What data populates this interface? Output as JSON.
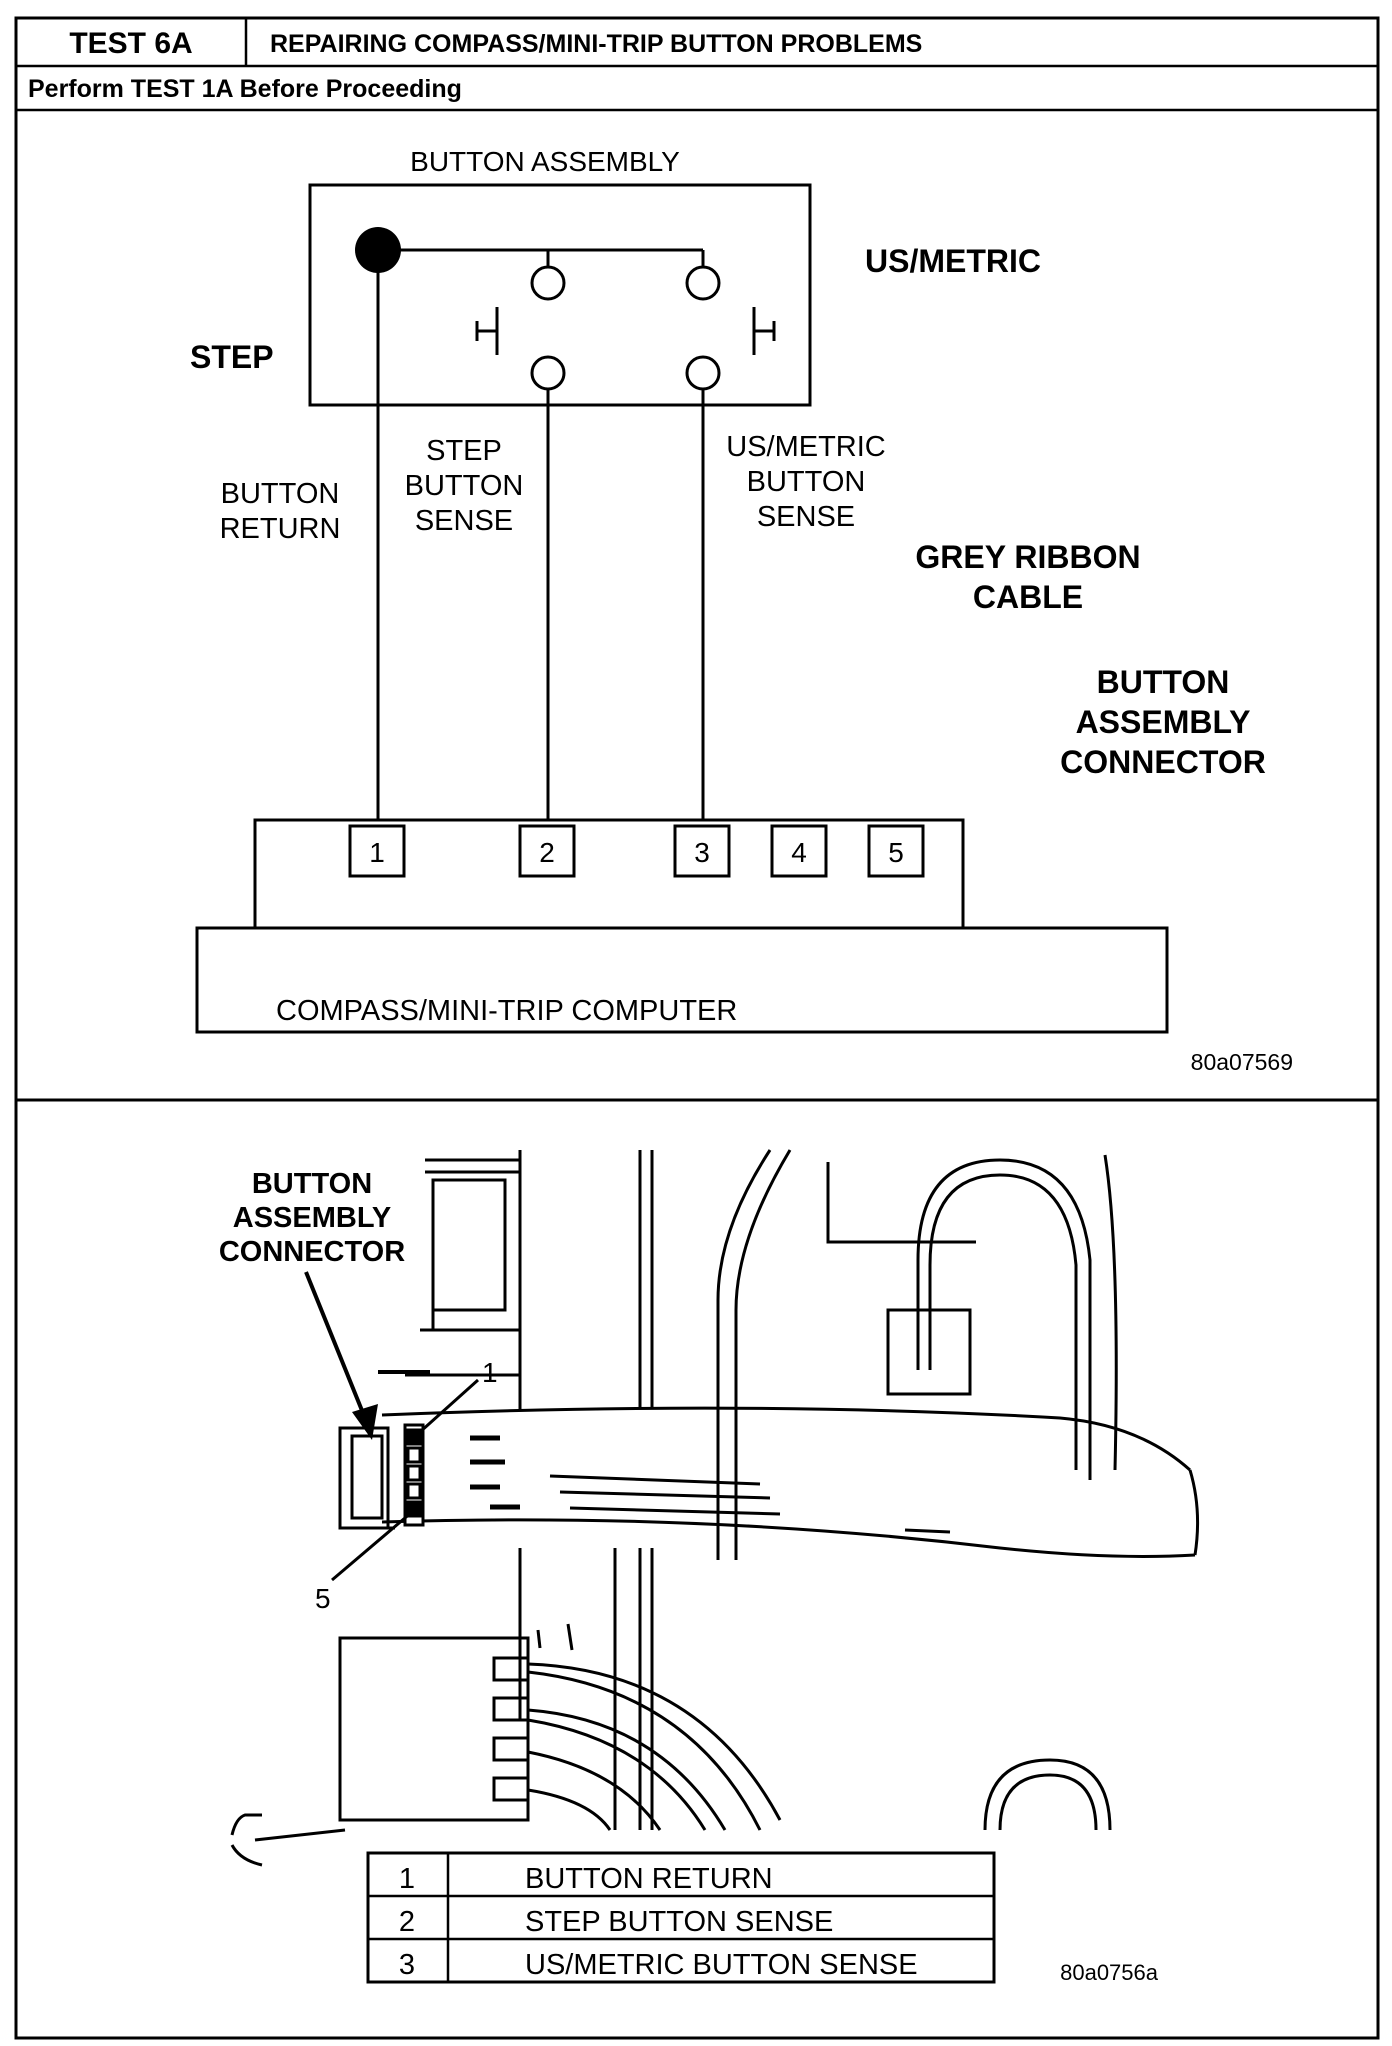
{
  "header": {
    "test_id": "TEST 6A",
    "title": "REPAIRING COMPASS/MINI-TRIP BUTTON PROBLEMS",
    "subtitle": "Perform TEST 1A Before Proceeding"
  },
  "schematic": {
    "button_assembly_label": "BUTTON ASSEMBLY",
    "step_label": "STEP",
    "us_metric_label": "US/METRIC",
    "button_return": [
      "BUTTON",
      "RETURN"
    ],
    "step_button_sense": [
      "STEP",
      "BUTTON",
      "SENSE"
    ],
    "us_metric_button_sense": [
      "US/METRIC",
      "BUTTON",
      "SENSE"
    ],
    "grey_ribbon_cable": [
      "GREY RIBBON",
      "CABLE"
    ],
    "button_assembly_connector": [
      "BUTTON",
      "ASSEMBLY",
      "CONNECTOR"
    ],
    "pins": [
      "1",
      "2",
      "3",
      "4",
      "5"
    ],
    "computer_label": "COMPASS/MINI-TRIP COMPUTER",
    "figure_id": "80a07569"
  },
  "photo": {
    "connector_label": [
      "BUTTON",
      "ASSEMBLY",
      "CONNECTOR"
    ],
    "pin_callout_top": "1",
    "pin_callout_bottom": "5",
    "legend": [
      {
        "num": "1",
        "desc": "BUTTON RETURN"
      },
      {
        "num": "2",
        "desc": "STEP BUTTON SENSE"
      },
      {
        "num": "3",
        "desc": "US/METRIC BUTTON SENSE"
      }
    ],
    "figure_id": "80a0756a"
  }
}
